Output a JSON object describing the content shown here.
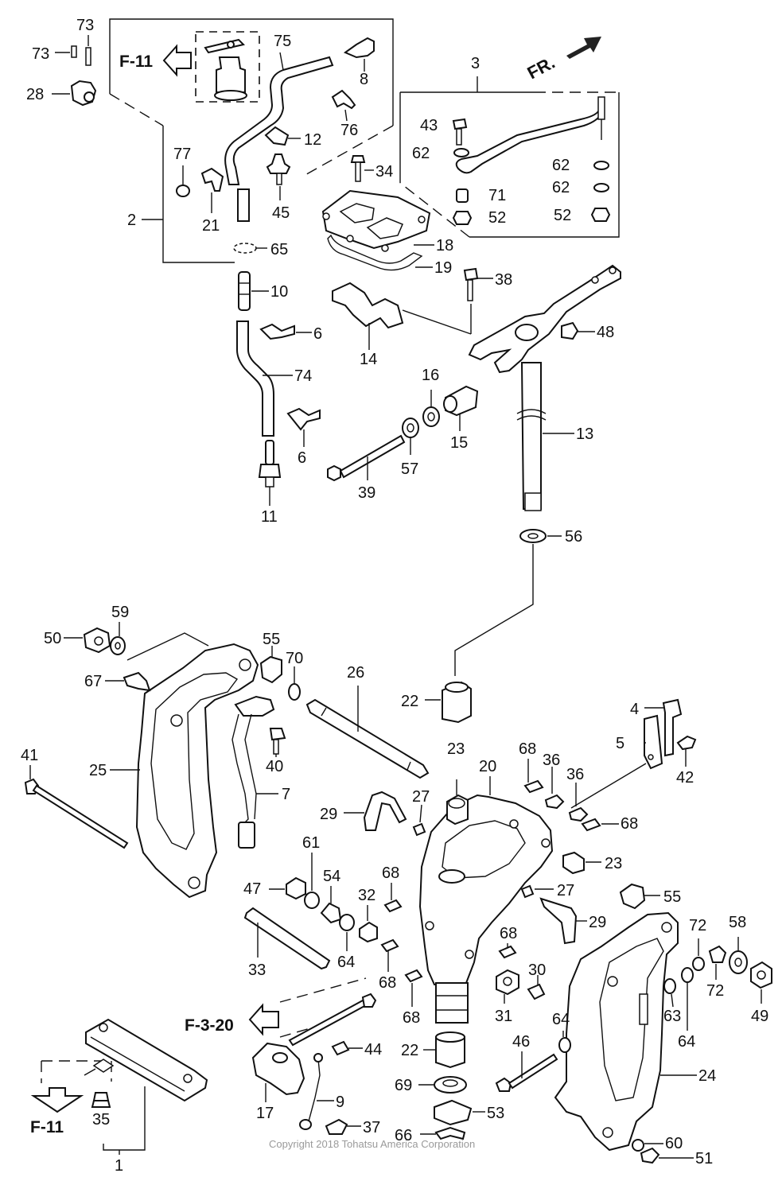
{
  "refs": {
    "f11_top": "F-11",
    "f11_bottom": "F-11",
    "f320": "F-3-20",
    "fr": "FR."
  },
  "copyright": "Copyright 2018 Tohatsu America Corporation",
  "callouts": {
    "c73a": "73",
    "c73b": "73",
    "c28": "28",
    "c75": "75",
    "c8": "8",
    "c3": "3",
    "c76": "76",
    "c12": "12",
    "c43": "43",
    "c62a": "62",
    "c62b": "62",
    "c62c": "62",
    "c77": "77",
    "c34": "34",
    "c71": "71",
    "c52a": "52",
    "c52b": "52",
    "c2": "2",
    "c21": "21",
    "c45": "45",
    "c18": "18",
    "c65": "65",
    "c19": "19",
    "c38": "38",
    "c10": "10",
    "c48": "48",
    "c6a": "6",
    "c14": "14",
    "c74": "74",
    "c16": "16",
    "c13": "13",
    "c6b": "6",
    "c15": "15",
    "c57": "57",
    "c39": "39",
    "c11": "11",
    "c56": "56",
    "c59": "59",
    "c50": "50",
    "c55a": "55",
    "c70": "70",
    "c26": "26",
    "c67": "67",
    "c22a": "22",
    "c4": "4",
    "c40": "40",
    "c5": "5",
    "c42": "42",
    "c41": "41",
    "c25": "25",
    "c23a": "23",
    "c20": "20",
    "c68a": "68",
    "c36a": "36",
    "c36b": "36",
    "c7": "7",
    "c27a": "27",
    "c29a": "29",
    "c68b": "68",
    "c61": "61",
    "c23b": "23",
    "c54": "54",
    "c47": "47",
    "c68c": "68",
    "c27b": "27",
    "c32": "32",
    "c55b": "55",
    "c29b": "29",
    "c64a": "64",
    "c33": "33",
    "c68d": "68",
    "c72a": "72",
    "c58": "58",
    "c68e": "68",
    "c30": "30",
    "c72b": "72",
    "c68f": "68",
    "c31": "31",
    "c63": "63",
    "c49": "49",
    "c64b": "64",
    "c64c": "64",
    "c44": "44",
    "c22b": "22",
    "c46": "46",
    "c24": "24",
    "c69": "69",
    "c9": "9",
    "c17": "17",
    "c53": "53",
    "c35": "35",
    "c37": "37",
    "c66": "66",
    "c60": "60",
    "c1": "1",
    "c51": "51"
  }
}
